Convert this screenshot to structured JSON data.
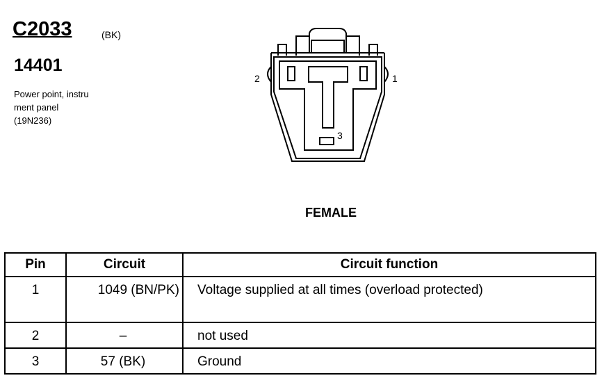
{
  "connector": {
    "id": "C2033",
    "color_code": "(BK)",
    "part_number": "14401",
    "description_lines": [
      "Power point, instru",
      "ment panel",
      "(19N236)"
    ],
    "view_label": "FEMALE"
  },
  "pin_labels": {
    "pin1": "1",
    "pin2": "2",
    "pin3": "3"
  },
  "table": {
    "headers": {
      "pin": "Pin",
      "circuit": "Circuit",
      "function": "Circuit function"
    },
    "rows": [
      {
        "pin": "1",
        "circuit": "1049 (BN/PK)",
        "function": "Voltage supplied at all times (overload protected)"
      },
      {
        "pin": "2",
        "circuit": "–",
        "function": "not used"
      },
      {
        "pin": "3",
        "circuit": "57 (BK)",
        "function": "Ground"
      }
    ]
  }
}
